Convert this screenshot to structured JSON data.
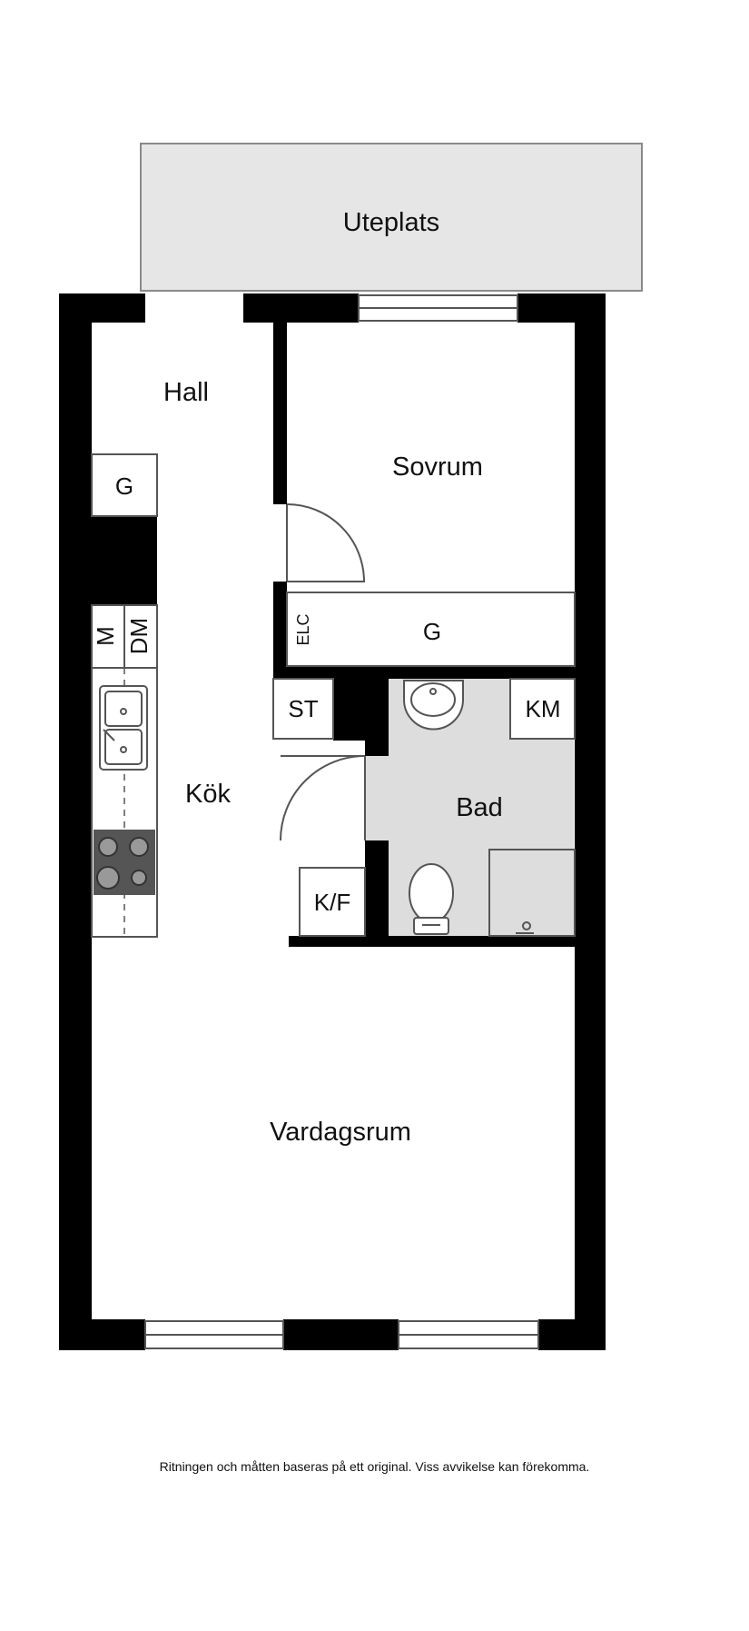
{
  "rooms": {
    "uteplats": "Uteplats",
    "hall": "Hall",
    "sovrum": "Sovrum",
    "kok": "Kök",
    "bad": "Bad",
    "vardagsrum": "Vardagsrum"
  },
  "fixtures": {
    "hall_wardrobe": "G",
    "bedroom_wardrobe": "G",
    "electric_cabinet": "ELC",
    "storage": "ST",
    "washing_machine": "KM",
    "fridge_freezer": "K/F",
    "microwave": "M",
    "dishwasher": "DM"
  },
  "footer_note": "Ritningen och måtten baseras på ett original. Viss avvikelse kan förekomma.",
  "colors": {
    "wall": "#000000",
    "terrace_fill": "#e6e6e6",
    "bathroom_fill": "#dddddd",
    "stove": "#555555"
  }
}
